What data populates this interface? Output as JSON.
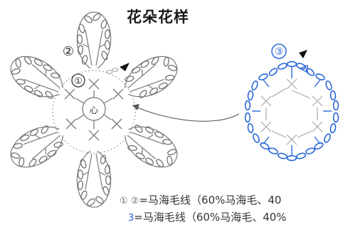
{
  "title": "花朵花样",
  "markers": {
    "round_1": "①",
    "round_2": "②",
    "round_3": "③",
    "center": "心"
  },
  "legend": {
    "line1_nums": "① ②",
    "line1_text": "=马海毛线（60%马海毛、40",
    "line2_num": "3",
    "line2_text": "=马海毛线（60%马海毛、40%"
  },
  "colors": {
    "ink": "#7a7a7a",
    "accent_blue": "#2a67d6",
    "arrow": "#111111"
  }
}
